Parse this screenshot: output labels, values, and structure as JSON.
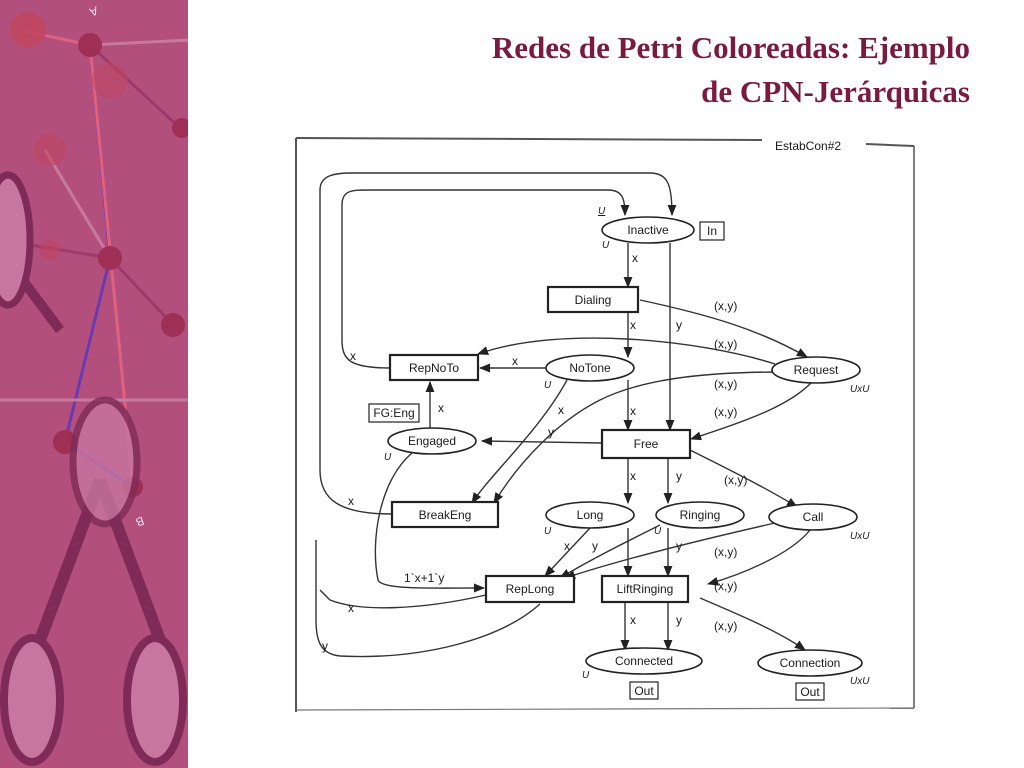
{
  "title": {
    "line1": "Redes de Petri Coloreadas: Ejemplo",
    "line2": "de CPN-Jerárquicas"
  },
  "colors": {
    "title": "#7a1a3e",
    "sidebar": "#b24f7d",
    "sidebar_dark": "#7e2c57",
    "node": "#c0455f",
    "link_purple": "#6a3bb0",
    "link_pink": "#e0607e"
  },
  "sidebar": {
    "label_a": "A",
    "label_b": "B"
  },
  "diagram": {
    "page_label": "EstabCon#2",
    "places": {
      "inactive": {
        "name": "Inactive",
        "colorset": "U",
        "initial": "U",
        "port": "In"
      },
      "notone": {
        "name": "NoTone",
        "colorset": "U"
      },
      "request": {
        "name": "Request",
        "colorset": "UxU"
      },
      "engaged": {
        "name": "Engaged",
        "colorset": "U",
        "fusion": "FG:Eng"
      },
      "long": {
        "name": "Long",
        "colorset": "U"
      },
      "ringing": {
        "name": "Ringing",
        "colorset": "U"
      },
      "call": {
        "name": "Call",
        "colorset": "UxU"
      },
      "connected": {
        "name": "Connected",
        "colorset": "U",
        "port": "Out"
      },
      "connection": {
        "name": "Connection",
        "colorset": "UxU",
        "port": "Out"
      }
    },
    "transitions": {
      "dialing": "Dialing",
      "repnoto": "RepNoTo",
      "free": "Free",
      "breakeng": "BreakEng",
      "replong": "RepLong",
      "liftringing": "LiftRinging"
    },
    "arc_labels": {
      "x": "x",
      "y": "y",
      "xy": "(x,y)",
      "multiset": "1`x+1`y"
    }
  }
}
